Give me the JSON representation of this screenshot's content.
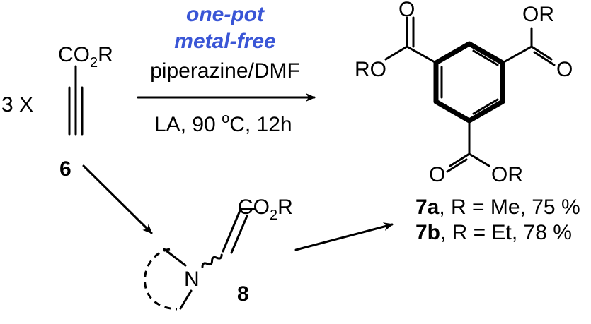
{
  "conditions": {
    "line1": "one-pot",
    "line2": "metal-free",
    "reagent": "piperazine/DMF",
    "conditions": "LA, 90 ",
    "degree_sup": "o",
    "conditions_tail": "C, 12h",
    "color": "#3a56d6"
  },
  "reactant": {
    "multiplier": "3 X",
    "group": "CO",
    "group_sub": "2",
    "group_r": "R",
    "label": "6"
  },
  "product": {
    "top_right_o": "OR",
    "top_right_dbl_o": "O",
    "top_left_o": "O",
    "left_or": "RO",
    "bottom_dbl_o": "O",
    "bottom_or": "OR",
    "yield_a_label": "7a",
    "yield_a_text": ", R = Me, 75 %",
    "yield_b_label": "7b",
    "yield_b_text": ", R = Et,  78 %"
  },
  "intermediate": {
    "group": "CO",
    "group_sub": "2",
    "group_r": "R",
    "n_atom": "N",
    "label": "8"
  }
}
